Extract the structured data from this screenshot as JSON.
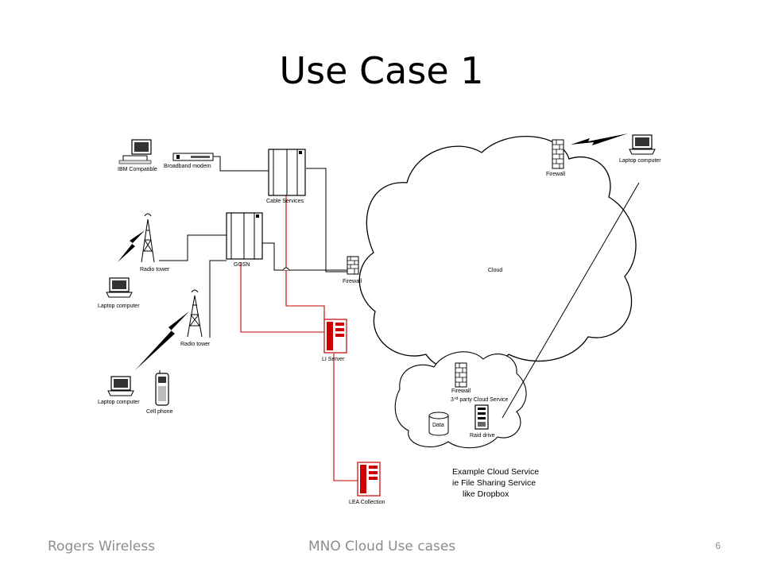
{
  "slide": {
    "title": "Use Case 1",
    "footer_left": "Rogers Wireless",
    "footer_center": "MNO Cloud Use cases",
    "page_number": "6"
  },
  "diagram": {
    "labels": {
      "ibm": "IBM Compatible",
      "modem": "Broadband modem",
      "cable": "Cable Services",
      "radio_tower_1": "Radio tower",
      "radio_tower_2": "Radio tower",
      "laptop_1": "Laptop computer",
      "laptop_2": "Laptop computer",
      "laptop_3": "Laptop computer",
      "cell_phone": "Cell phone",
      "ggsn": "GGSN",
      "firewall_main": "Firewall",
      "firewall_top": "Firewall",
      "firewall_inner": "Firewall",
      "cloud": "Cloud",
      "li_server": "LI Server",
      "lea": "LEA Collection",
      "third_party_sup": "rd",
      "third_party_num": "3",
      "third_party_rest": "party Cloud Service",
      "data": "Data",
      "raid": "Raid drive"
    },
    "note_lines": [
      "Example Cloud Service",
      "ie File Sharing Service",
      "like Dropbox"
    ],
    "colors": {
      "lines": "#000000",
      "lawful_intercept": "#cc0000"
    }
  }
}
